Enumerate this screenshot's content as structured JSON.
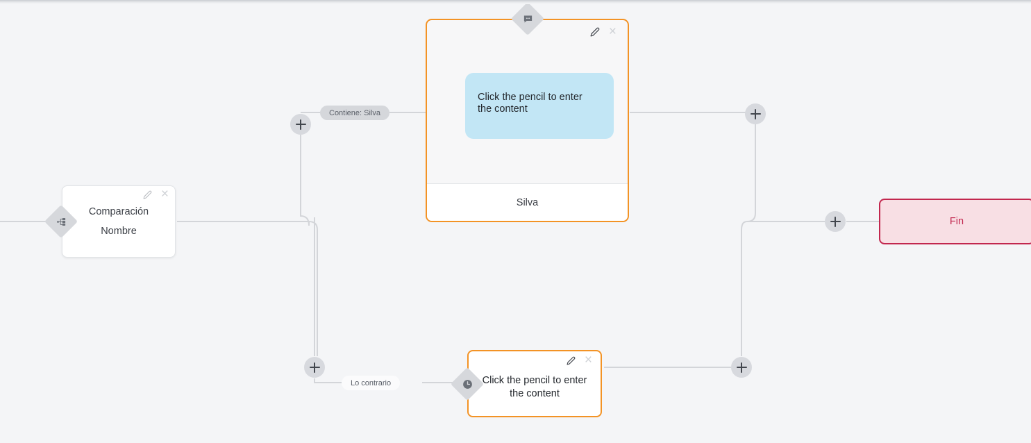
{
  "canvas": {
    "background_color": "#f4f5f7",
    "edge_color": "#d3d5d9"
  },
  "nodes": [
    {
      "id": "comparacion",
      "type": "condition",
      "icon": "branch-icon",
      "title": "Comparación",
      "subtitle": "Nombre",
      "border_color": "#e2e4e7",
      "background_color": "#ffffff",
      "actions": {
        "edit": "pencil-icon",
        "delete": "close-icon"
      }
    },
    {
      "id": "message-silva",
      "type": "message",
      "icon": "chat-bubble-icon",
      "bubble_text": "Click the pencil to enter the content",
      "footer_text": "Silva",
      "border_color": "#f39325",
      "bubble_color": "#c2e6f5",
      "actions": {
        "edit": "pencil-icon",
        "delete": "close-icon"
      }
    },
    {
      "id": "message-delay",
      "type": "message",
      "icon": "clock-icon",
      "text": "Click the pencil to enter the content",
      "border_color": "#f39325",
      "background_color": "#ffffff",
      "actions": {
        "edit": "pencil-icon",
        "delete": "close-icon"
      }
    },
    {
      "id": "fin",
      "type": "end",
      "label": "Fin",
      "border_color": "#c2274e",
      "background_color": "#f8dfe4",
      "text_color": "#c2274e"
    }
  ],
  "edge_labels": [
    {
      "id": "branch-true",
      "text": "Contiene: Silva",
      "style": "gray"
    },
    {
      "id": "branch-false",
      "text": "Lo contrario",
      "style": "white"
    }
  ],
  "add_buttons": [
    {
      "id": "add-before-message-silva"
    },
    {
      "id": "add-after-message-silva"
    },
    {
      "id": "add-before-message-delay"
    },
    {
      "id": "add-after-message-delay"
    },
    {
      "id": "add-before-fin"
    }
  ],
  "glyphs": {
    "plus": "+",
    "close": "×"
  }
}
